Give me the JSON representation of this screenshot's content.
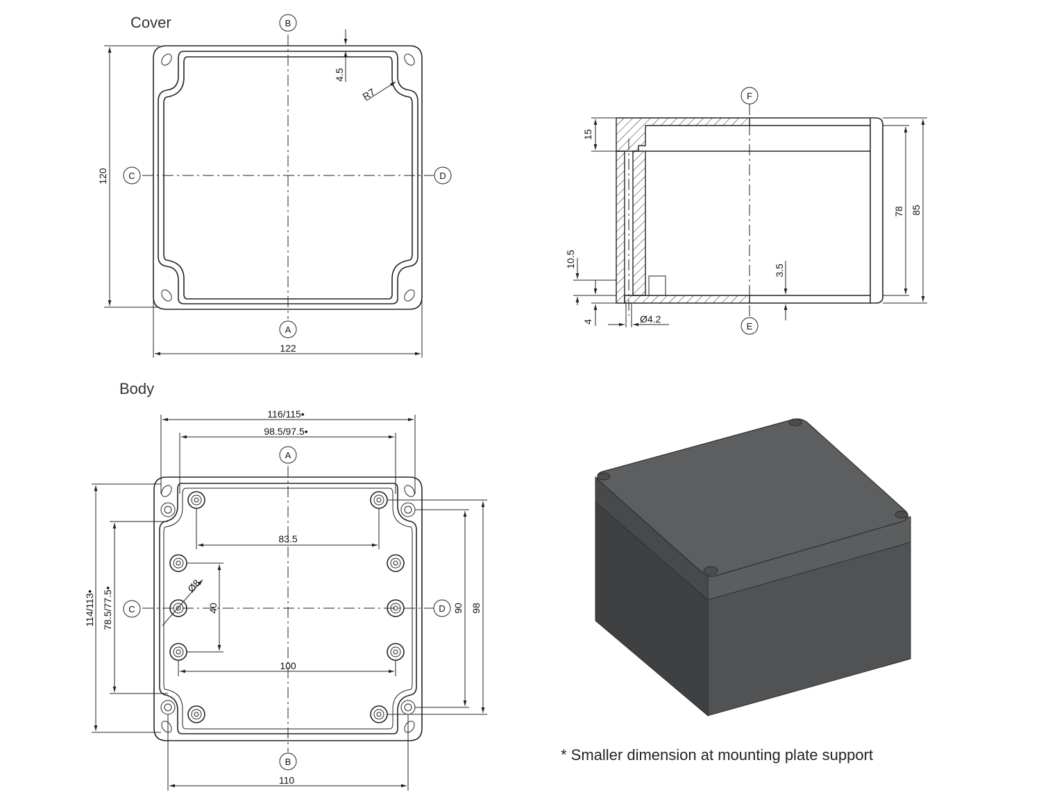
{
  "views": {
    "cover": {
      "title": "Cover",
      "dims": {
        "height": "120",
        "width": "122",
        "lip": "4.5",
        "radius": "R7"
      }
    },
    "body": {
      "title": "Body",
      "dims": {
        "outer_width": "116/115•",
        "inner_width": "98.5/97.5•",
        "hole_span_top": "83.5",
        "hole_span_mid": "100",
        "hole_pitch": "40",
        "hole_diameter": "Ø8",
        "outer_height": "114/113•",
        "inner_height": "78.5/77.5•",
        "right_inner": "90",
        "right_outer": "98",
        "bottom_width": "110"
      }
    },
    "section": {
      "dims": {
        "lid": "15",
        "inner": "78",
        "overall": "85",
        "base": "10.5",
        "foot": "4",
        "bolt": "Ø4.2",
        "floor": "3.5"
      }
    }
  },
  "markers": {
    "a": "A",
    "b": "B",
    "c": "C",
    "d": "D",
    "e": "E",
    "f": "F"
  },
  "note": "* Smaller dimension at mounting plate support",
  "colors": {
    "line": "#222222",
    "box_top": "#5a5c5e",
    "box_front": "#505254",
    "box_side": "#3f4143"
  }
}
